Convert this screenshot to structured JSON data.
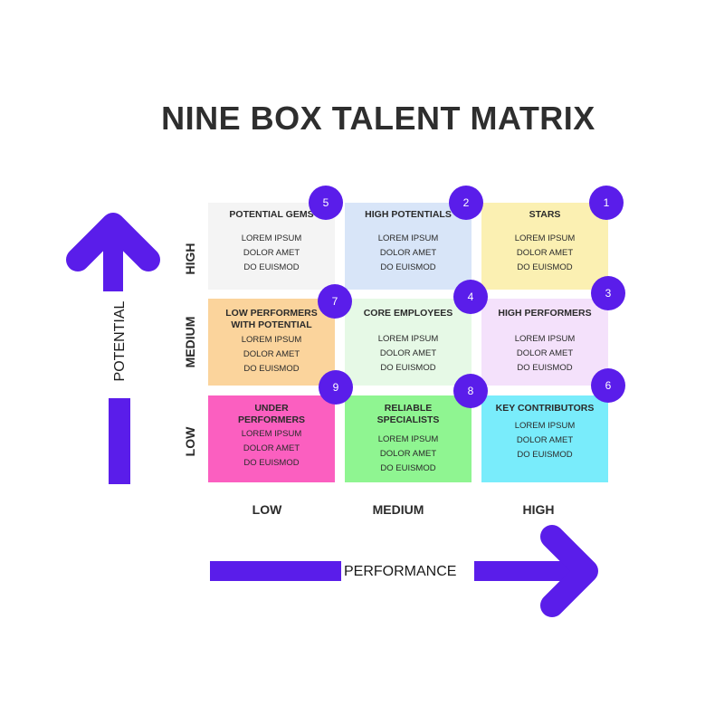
{
  "title": "NINE BOX TALENT MATRIX",
  "accent_color": "#5a1dea",
  "axes": {
    "y_name": "POTENTIAL",
    "x_name": "PERFORMANCE",
    "y_levels": [
      "HIGH",
      "MEDIUM",
      "LOW"
    ],
    "x_levels": [
      "LOW",
      "MEDIUM",
      "HIGH"
    ]
  },
  "boxes": [
    {
      "number": "5",
      "title": "POTENTIAL GEMS",
      "lines": [
        "LOREM IPSUM",
        "DOLOR AMET",
        "DO EUISMOD"
      ],
      "color": "#f4f4f4"
    },
    {
      "number": "2",
      "title": "HIGH POTENTIALS",
      "lines": [
        "LOREM IPSUM",
        "DOLOR AMET",
        "DO EUISMOD"
      ],
      "color": "#d8e5f8"
    },
    {
      "number": "1",
      "title": "STARS",
      "lines": [
        "LOREM IPSUM",
        "DOLOR AMET",
        "DO EUISMOD"
      ],
      "color": "#fbf0b2"
    },
    {
      "number": "7",
      "title": "LOW PERFORMERS WITH POTENTIAL",
      "lines": [
        "LOREM IPSUM",
        "DOLOR AMET",
        "DO EUISMOD"
      ],
      "color": "#fbd49c"
    },
    {
      "number": "4",
      "title": "CORE EMPLOYEES",
      "lines": [
        "LOREM IPSUM",
        "DOLOR AMET",
        "DO EUISMOD"
      ],
      "color": "#e6f9e6"
    },
    {
      "number": "3",
      "title": "HIGH PERFORMERS",
      "lines": [
        "LOREM IPSUM",
        "DOLOR AMET",
        "DO EUISMOD"
      ],
      "color": "#f4e1fb"
    },
    {
      "number": "9",
      "title": "UNDER PERFORMERS",
      "lines": [
        "LOREM IPSUM",
        "DOLOR AMET",
        "DO EUISMOD"
      ],
      "color": "#fb5fc0"
    },
    {
      "number": "8",
      "title": "RELIABLE SPECIALISTS",
      "lines": [
        "LOREM IPSUM",
        "DOLOR AMET",
        "DO EUISMOD"
      ],
      "color": "#8ff591"
    },
    {
      "number": "6",
      "title": "KEY CONTRIBUTORS",
      "lines": [
        "LOREM IPSUM",
        "DOLOR AMET",
        "DO EUISMOD"
      ],
      "color": "#79ecfb"
    }
  ]
}
